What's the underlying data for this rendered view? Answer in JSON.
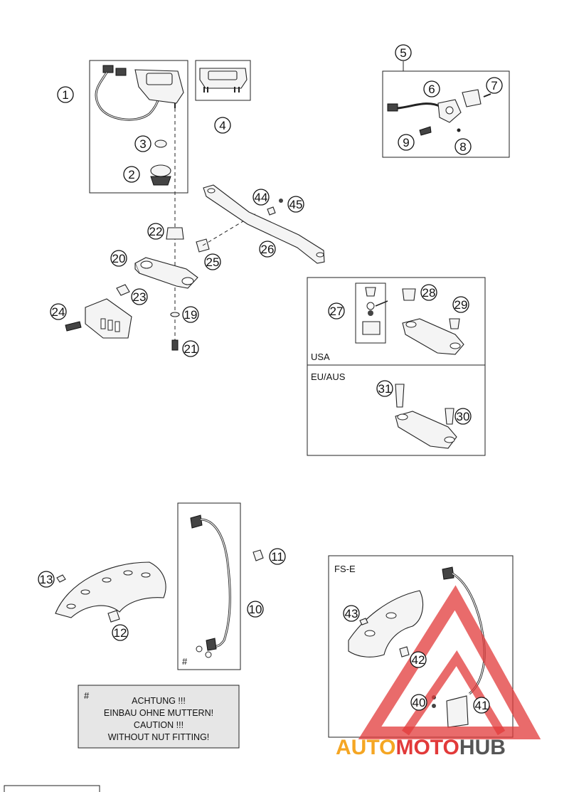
{
  "callouts": {
    "c1": "1",
    "c2": "2",
    "c3": "3",
    "c4": "4",
    "c5": "5",
    "c6": "6",
    "c7": "7",
    "c8": "8",
    "c9": "9",
    "c10": "10",
    "c11": "11",
    "c12": "12",
    "c13": "13",
    "c19": "19",
    "c20": "20",
    "c21": "21",
    "c22": "22",
    "c23": "23",
    "c24": "24",
    "c25": "25",
    "c26": "26",
    "c27": "27",
    "c28": "28",
    "c29": "29",
    "c30": "30",
    "c31": "31",
    "c40": "40",
    "c41": "41",
    "c42": "42",
    "c43": "43",
    "c44": "44",
    "c45": "45"
  },
  "labels": {
    "usa": "USA",
    "eu_aus": "EU/AUS",
    "fs_e": "FS-E",
    "hash_mark": "#"
  },
  "note": {
    "hash": "#",
    "line1": "ACHTUNG !!!",
    "line2": "EINBAU OHNE MUTTERN!",
    "line3": "CAUTION !!!",
    "line4": "WITHOUT NUT FITTING!"
  },
  "watermark": {
    "part1": "AUTO",
    "part2": "MOTO",
    "part3": "HUB",
    "color_orange": "#f5a623",
    "color_red": "#e23a3a",
    "color_dark": "#555555"
  }
}
